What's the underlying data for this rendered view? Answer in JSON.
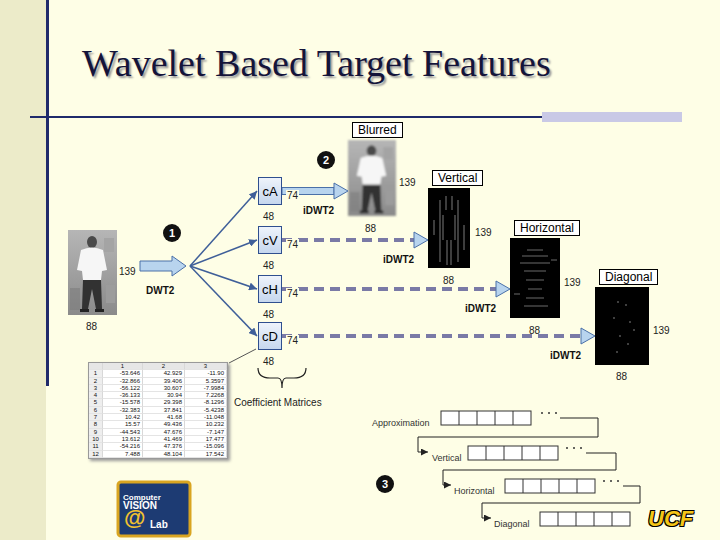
{
  "diagram": {
    "title": "Wavelet Based Target Features",
    "nodes": [
      {
        "text": [
          "1"
        ]
      },
      {
        "text": [
          "cA"
        ]
      },
      {
        "text": [
          "cV"
        ]
      },
      {
        "text": [
          "cH"
        ]
      },
      {
        "text": [
          "cD"
        ]
      },
      {
        "text": [
          "2"
        ]
      },
      {
        "text": [
          "Blurred"
        ]
      },
      {
        "text": [
          "Vertical"
        ]
      },
      {
        "text": [
          "Horizontal"
        ]
      },
      {
        "text": [
          "Diagonal"
        ]
      },
      {
        "text": [
          "3"
        ]
      }
    ],
    "edges": [
      {
        "from": 1,
        "to": 6,
        "label": "iDWT2",
        "arrow": "to"
      },
      {
        "from": 2,
        "to": 7,
        "label": "iDWT2",
        "arrow": "to"
      },
      {
        "from": 3,
        "to": 8,
        "label": "iDWT2",
        "arrow": "to"
      },
      {
        "from": 4,
        "to": 9,
        "label": "iDWT2",
        "arrow": "to"
      }
    ],
    "labels": [
      "139",
      "88",
      "DWT2",
      "74",
      "48",
      "74",
      "48",
      "74",
      "48",
      "74",
      "48",
      "139",
      "88",
      "139",
      "88",
      "139",
      "88",
      "139",
      "88",
      "Coefficient Matrices",
      "Approximation",
      "Vertical",
      "Horizontal",
      "Diagonal",
      "Computer",
      "VISION",
      "@",
      "Lab",
      "UCF",
      "1",
      "2",
      "3",
      "1",
      "-53.646",
      "42.929",
      "-11.90",
      "2",
      "-32.866",
      "39.406",
      "5.3597",
      "3",
      "-56.122",
      "30.607",
      "-7.9984",
      "4",
      "-36.133",
      "30.94",
      "7.2268",
      "5",
      "-15.578",
      "29.398",
      "-8.1296",
      "6",
      "-32.383",
      "37.841",
      "-5.4238",
      "7",
      "10.42",
      "41.68",
      "-11.048",
      "8",
      "15.57",
      "49.436",
      "10.232",
      "9",
      "-44.543",
      "47.676",
      "-7.147",
      "10",
      "13.612",
      "41.469",
      "17.477",
      "11",
      "-54.216",
      "47.376",
      "-15.096",
      "12",
      "7.488",
      "48.104",
      "17.542"
    ]
  }
}
